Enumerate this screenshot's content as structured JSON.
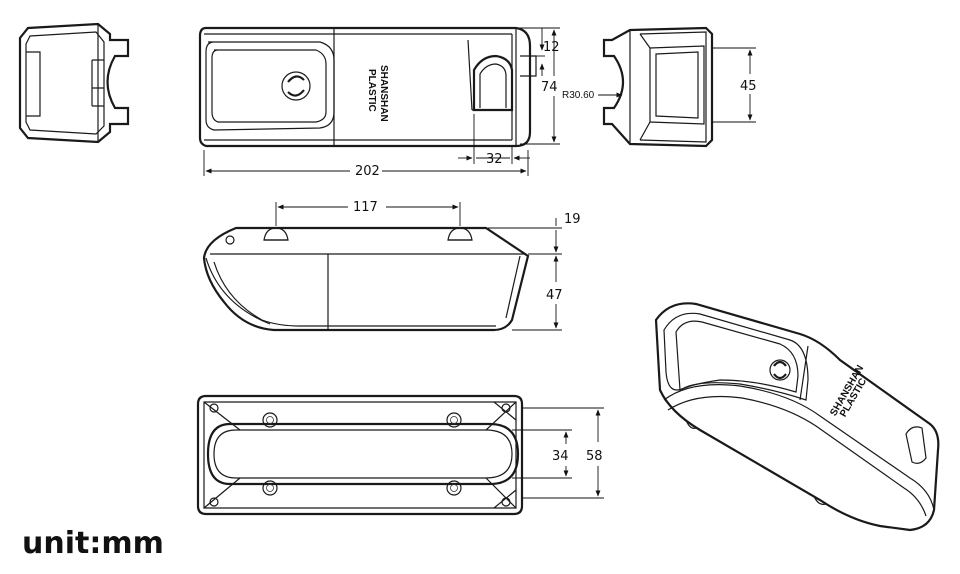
{
  "dimensions": {
    "length": "202",
    "tab_height": "12",
    "width_side": "74",
    "slot": "32",
    "radius": "R30.60",
    "top_width": "45",
    "hole_spacing": "117",
    "top_offset": "19",
    "body_height": "47",
    "inner_width": "34",
    "base_width": "58"
  },
  "brand_text": [
    "SHANSHAN",
    "PLASTIC"
  ],
  "unit_label": "unit:mm"
}
